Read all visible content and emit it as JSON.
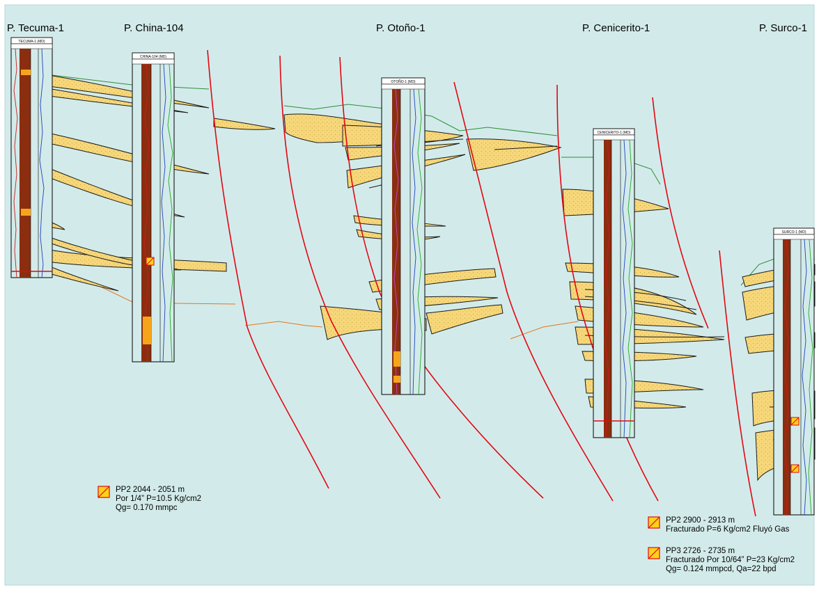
{
  "wells": [
    {
      "id": "tecuma",
      "title": "P. Tecuma-1",
      "header": "TECUMA-1 (MD)"
    },
    {
      "id": "china",
      "title": "P. China-104",
      "header": "CHINA-104 (MD)"
    },
    {
      "id": "otono",
      "title": "P. Otoño-1",
      "header": "OTOÑO-1 (MD)"
    },
    {
      "id": "cenicerito",
      "title": "P. Cenicerito-1",
      "header": "CENICERITO-1 (MD)"
    },
    {
      "id": "surco",
      "title": "P. Surco-1",
      "header": "SURCO-1 (MD)"
    }
  ],
  "tests": [
    {
      "id": "china-pp2",
      "lines": [
        "PP2  2044  - 2051 m",
        "Por 1/4” P=10.5 Kg/cm2",
        "Qg= 0.170 mmpc"
      ]
    },
    {
      "id": "surco-pp2",
      "lines": [
        "PP2  2900 - 2913 m",
        "Fracturado P=6 Kg/cm2  Fluyó Gas"
      ]
    },
    {
      "id": "surco-pp3",
      "lines": [
        "PP3  2726 - 2735 m",
        "Fracturado Por 10/64” P=23 Kg/cm2",
        "Qg= 0.124 mmpcd, Qa=22 bpd"
      ]
    }
  ],
  "colors": {
    "background": "#d2ebea",
    "fault": "#e30613",
    "sand_fill": "#f6d77a",
    "sand_outline": "#1a1a1a",
    "upper_marker": "#2e8b3a",
    "lower_marker": "#e8741a",
    "log_core": "#8b2e10",
    "gamma_curve": "#cc1a1a",
    "resistivity_curve": "#1f3fbf",
    "green_log": "#22aa22",
    "test_symbol": "#ffd21a"
  }
}
